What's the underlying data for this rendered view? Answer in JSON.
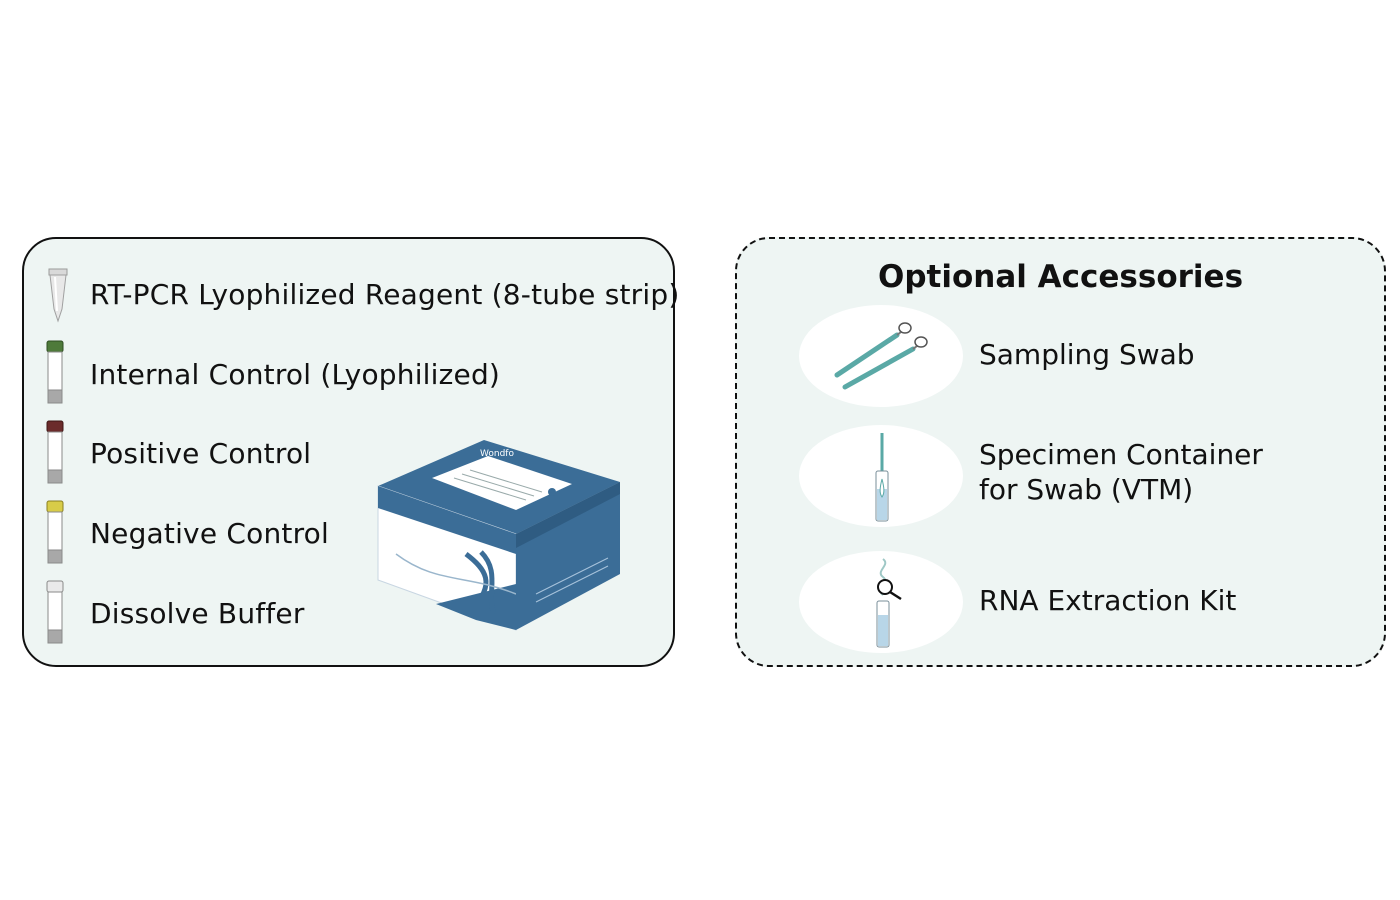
{
  "kit": {
    "items": [
      {
        "label": "RT-PCR Lyophilized Reagent (8-tube strip)",
        "icon": "pcr-tube-icon"
      },
      {
        "label": "Internal Control (Lyophilized)",
        "icon": "green-cap-tube-icon",
        "cap_color": "#4e7a3a"
      },
      {
        "label": "Positive Control",
        "icon": "red-cap-tube-icon",
        "cap_color": "#6b2b2b"
      },
      {
        "label": "Negative Control",
        "icon": "yellow-cap-tube-icon",
        "cap_color": "#d8cc48"
      },
      {
        "label": "Dissolve Buffer",
        "icon": "white-cap-tube-icon",
        "cap_color": "#e6e6e6"
      }
    ],
    "box_brand": "Wondfo",
    "box_icon": "kit-box-icon"
  },
  "accessories": {
    "title": "Optional Accessories",
    "items": [
      {
        "label_lines": [
          "Sampling Swab"
        ],
        "icon": "swab-icon"
      },
      {
        "label_lines": [
          "Specimen Container",
          "for Swab (VTM)"
        ],
        "icon": "vtm-tube-icon"
      },
      {
        "label_lines": [
          "RNA Extraction Kit"
        ],
        "icon": "rna-kit-icon"
      }
    ]
  },
  "colors": {
    "panel_bg": "#eef5f3",
    "box_blue": "#3b6d97",
    "teal": "#5aa9a6"
  }
}
